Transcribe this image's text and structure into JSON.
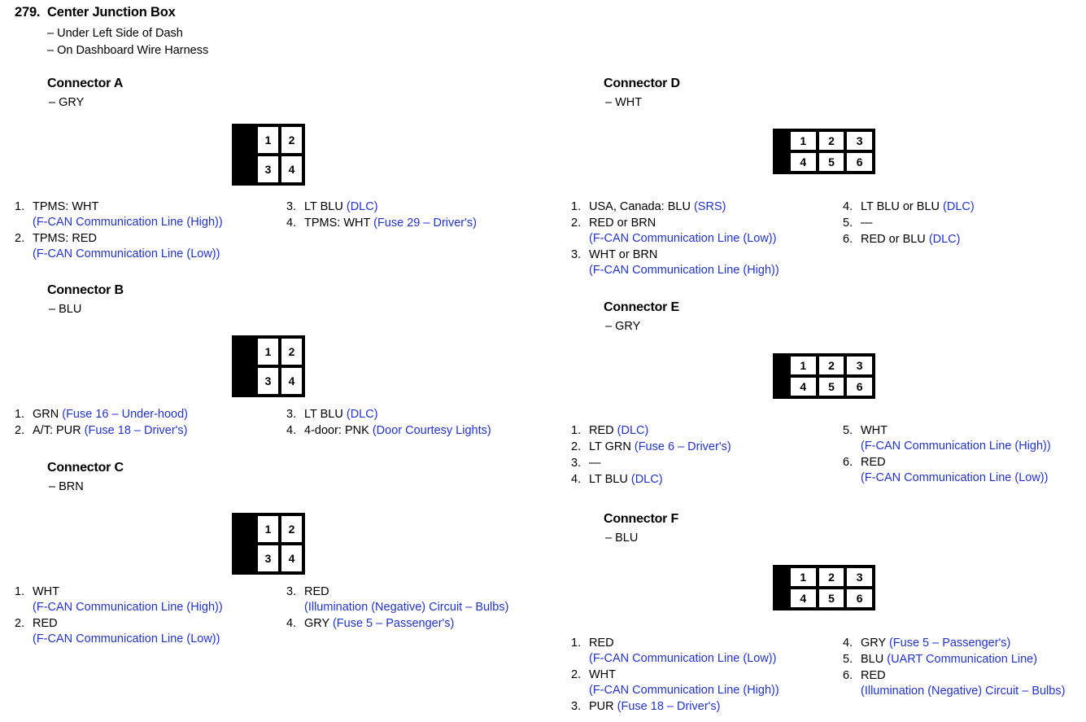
{
  "header": {
    "number": "279.",
    "title": "Center Junction Box",
    "sub_lines": [
      "– Under Left Side of Dash",
      "– On Dashboard Wire Harness"
    ]
  },
  "colors": {
    "text": "#000000",
    "circuit_blue": "#2233CC",
    "connector_body": "#000000",
    "cell_fill": "#ffffff"
  },
  "connectors": [
    {
      "name": "Connector A",
      "color": "– GRY",
      "pin_count": 4,
      "cells": [
        "1",
        "2",
        "3",
        "4"
      ],
      "pins_left": [
        {
          "num": "1.",
          "wire": "TPMS: WHT",
          "desc": "",
          "cont": "(F-CAN Communication Line (High))"
        },
        {
          "num": "2.",
          "wire": "TPMS: RED",
          "desc": "",
          "cont": "(F-CAN Communication Line (Low))"
        }
      ],
      "pins_right": [
        {
          "num": "3.",
          "wire": "LT BLU ",
          "desc": "(DLC)",
          "cont": ""
        },
        {
          "num": "4.",
          "wire": "TPMS: WHT ",
          "desc": "(Fuse 29 – Driver's)",
          "cont": ""
        }
      ]
    },
    {
      "name": "Connector B",
      "color": "– BLU",
      "pin_count": 4,
      "cells": [
        "1",
        "2",
        "3",
        "4"
      ],
      "pins_left": [
        {
          "num": "1.",
          "wire": "GRN ",
          "desc": "(Fuse 16 – Under-hood)",
          "cont": ""
        },
        {
          "num": "2.",
          "wire": "A/T: PUR ",
          "desc": "(Fuse 18 – Driver's)",
          "cont": ""
        }
      ],
      "pins_right": [
        {
          "num": "3.",
          "wire": "LT BLU ",
          "desc": "(DLC)",
          "cont": ""
        },
        {
          "num": "4.",
          "wire": "4-door: PNK ",
          "desc": "(Door Courtesy Lights)",
          "cont": ""
        }
      ]
    },
    {
      "name": "Connector C",
      "color": "– BRN",
      "pin_count": 4,
      "cells": [
        "1",
        "2",
        "3",
        "4"
      ],
      "pins_left": [
        {
          "num": "1.",
          "wire": "WHT",
          "desc": "",
          "cont": "(F-CAN Communication Line (High))"
        },
        {
          "num": "2.",
          "wire": "RED",
          "desc": "",
          "cont": "(F-CAN Communication Line (Low))"
        }
      ],
      "pins_right": [
        {
          "num": "3.",
          "wire": "RED",
          "desc": "",
          "cont": "(Illumination (Negative) Circuit – Bulbs)"
        },
        {
          "num": "4.",
          "wire": "GRY ",
          "desc": "(Fuse 5 – Passenger's)",
          "cont": ""
        }
      ]
    },
    {
      "name": "Connector D",
      "color": "– WHT",
      "pin_count": 6,
      "cells": [
        "1",
        "2",
        "3",
        "4",
        "5",
        "6"
      ],
      "pins_left": [
        {
          "num": "1.",
          "wire": "USA, Canada: BLU ",
          "desc": "(SRS)",
          "cont": ""
        },
        {
          "num": "2.",
          "wire": "RED or BRN",
          "desc": "",
          "cont": "(F-CAN Communication Line (Low))"
        },
        {
          "num": "3.",
          "wire": "WHT or BRN",
          "desc": "",
          "cont": "(F-CAN Communication Line (High))"
        }
      ],
      "pins_right": [
        {
          "num": "4.",
          "wire": "LT BLU or BLU ",
          "desc": "(DLC)",
          "cont": ""
        },
        {
          "num": "5.",
          "wire": "—",
          "desc": "",
          "cont": ""
        },
        {
          "num": "6.",
          "wire": "RED or BLU ",
          "desc": "(DLC)",
          "cont": ""
        }
      ]
    },
    {
      "name": "Connector E",
      "color": "– GRY",
      "pin_count": 6,
      "cells": [
        "1",
        "2",
        "3",
        "4",
        "5",
        "6"
      ],
      "pins_left": [
        {
          "num": "1.",
          "wire": "RED ",
          "desc": "(DLC)",
          "cont": ""
        },
        {
          "num": "2.",
          "wire": "LT GRN ",
          "desc": "(Fuse 6 – Driver's)",
          "cont": ""
        },
        {
          "num": "3.",
          "wire": "—",
          "desc": "",
          "cont": ""
        },
        {
          "num": "4.",
          "wire": "LT BLU ",
          "desc": "(DLC)",
          "cont": ""
        }
      ],
      "pins_right": [
        {
          "num": "5.",
          "wire": "WHT",
          "desc": "",
          "cont": "(F-CAN Communication Line (High))"
        },
        {
          "num": "6.",
          "wire": "RED",
          "desc": "",
          "cont": "(F-CAN Communication Line (Low))"
        }
      ]
    },
    {
      "name": "Connector F",
      "color": "– BLU",
      "pin_count": 6,
      "cells": [
        "1",
        "2",
        "3",
        "4",
        "5",
        "6"
      ],
      "pins_left": [
        {
          "num": "1.",
          "wire": "RED",
          "desc": "",
          "cont": "(F-CAN Communication Line (Low))"
        },
        {
          "num": "2.",
          "wire": "WHT",
          "desc": "",
          "cont": "(F-CAN Communication Line (High))"
        },
        {
          "num": "3.",
          "wire": "PUR ",
          "desc": "(Fuse 18 – Driver's)",
          "cont": ""
        }
      ],
      "pins_right": [
        {
          "num": "4.",
          "wire": "GRY ",
          "desc": "(Fuse 5 – Passenger's)",
          "cont": ""
        },
        {
          "num": "5.",
          "wire": "BLU ",
          "desc": "(UART Communication Line)",
          "cont": ""
        },
        {
          "num": "6.",
          "wire": "RED",
          "desc": "",
          "cont": "(Illumination (Negative) Circuit – Bulbs)"
        }
      ]
    }
  ]
}
